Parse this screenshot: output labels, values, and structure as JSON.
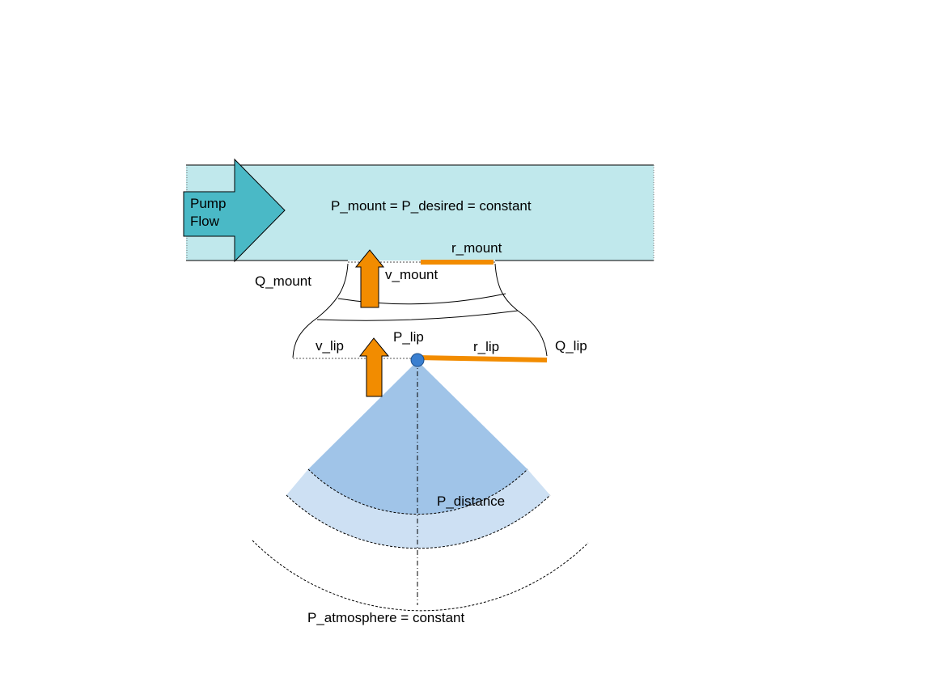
{
  "labels": {
    "pump_flow_line1": "Pump",
    "pump_flow_line2": "Flow",
    "p_mount": "P_mount = P_desired = constant",
    "r_mount": "r_mount",
    "q_mount": "Q_mount",
    "v_mount": "v_mount",
    "p_lip": "P_lip",
    "v_lip": "v_lip",
    "r_lip": "r_lip",
    "q_lip": "Q_lip",
    "p_distance": "P_distance",
    "p_atmosphere": "P_atmosphere = constant"
  },
  "colors": {
    "manifold_fill": "#c0e8ec",
    "pump_arrow": "#4ab9c6",
    "flow_arrow": "#f28c00",
    "radius_bar": "#f28c00",
    "inner_sector": "#a0c4e8",
    "outer_band": "#cde0f3",
    "lip_point": "#3a7fd0"
  }
}
